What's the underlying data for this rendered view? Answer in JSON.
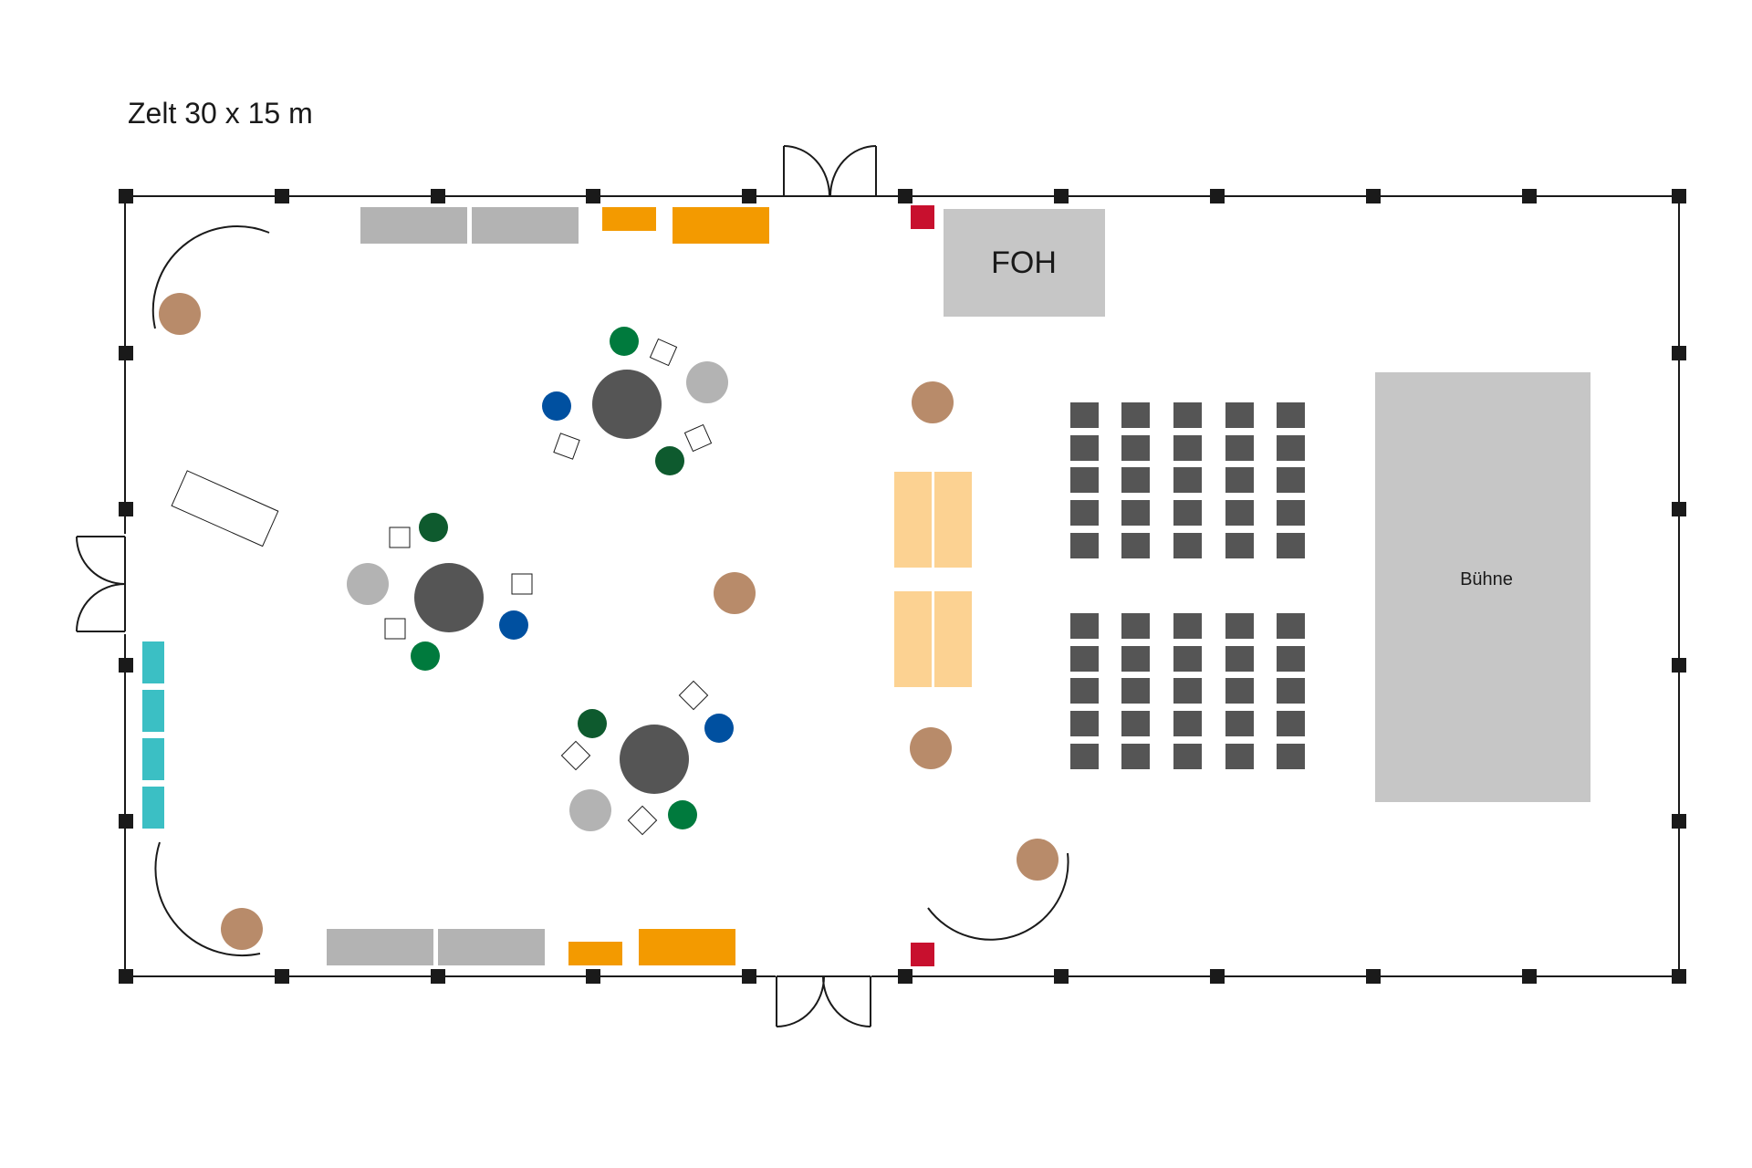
{
  "title": "Zelt 30 x 15 m",
  "labels": {
    "foh": "FOH",
    "stage": "Bühne"
  },
  "colors": {
    "wall": "#1a1a1a",
    "post": "#1a1a1a",
    "counter_gray": "#b3b3b3",
    "counter_orange": "#f39a00",
    "exit_red": "#c8102e",
    "foh_gray": "#c6c6c6",
    "stage_gray": "#c6c6c6",
    "bench_tan": "#fcd292",
    "chair_dark": "#555555",
    "table_dark": "#555555",
    "plant_brown": "#b88b6a",
    "seat_green": "#007a3d",
    "seat_darkgreen": "#0e5a2e",
    "seat_blue": "#0050a0",
    "seat_lightgray": "#b3b3b3",
    "turquoise": "#3bbfc4"
  }
}
